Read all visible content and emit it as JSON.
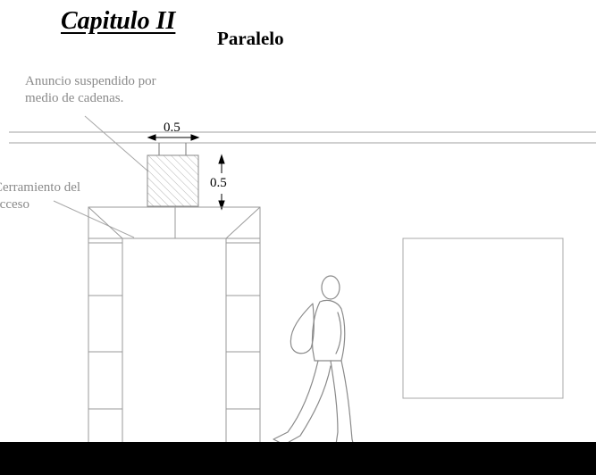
{
  "title": "Capitulo  II",
  "subtitle": "Paralelo",
  "annotations": {
    "sign": [
      "Anuncio suspendido por",
      "medio de cadenas."
    ],
    "access": [
      "Cerramiento del",
      "acceso"
    ]
  },
  "dimensions": {
    "sign_width": "0.5",
    "sign_height": "0.5"
  },
  "colors": {
    "ink": "#000000",
    "line": "#9a9a9a",
    "hatch": "#b5b5b5",
    "note": "#8a8a8a"
  }
}
